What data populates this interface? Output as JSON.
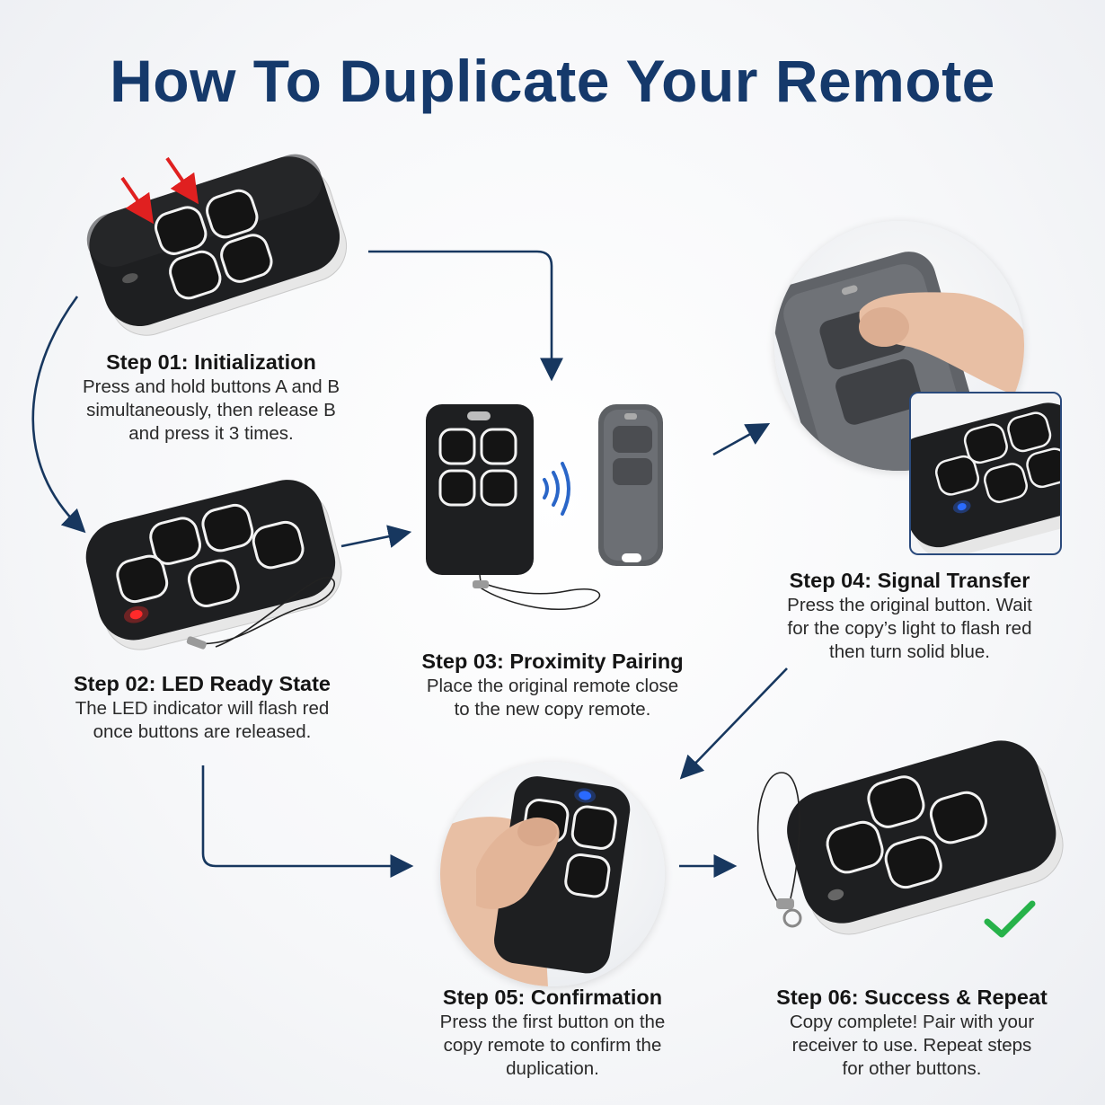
{
  "title": "How To Duplicate Your Remote",
  "steps": [
    {
      "heading": "Step 01: Initialization",
      "body": "Press and hold buttons A and B\nsimultaneously, then release B\nand press it 3 times."
    },
    {
      "heading": "Step 02: LED Ready State",
      "body": "The LED indicator will flash red\nonce buttons are released."
    },
    {
      "heading": "Step 03: Proximity Pairing",
      "body": "Place the original remote close\nto the new copy remote."
    },
    {
      "heading": "Step 04: Signal Transfer",
      "body": "Press the original button. Wait\nfor the copy’s light to flash red\nthen turn solid blue."
    },
    {
      "heading": "Step 05: Confirmation",
      "body": "Press the first button on the\ncopy remote to confirm the\nduplication."
    },
    {
      "heading": "Step 06: Success & Repeat",
      "body": "Copy complete! Pair with your\nreceiver to use. Repeat steps\nfor other buttons."
    }
  ],
  "colors": {
    "title": "#15396b",
    "arrow": "#17375f",
    "led_red": "#ff2a2a",
    "led_blue": "#2a6bff",
    "check": "#27b24a",
    "pointer_red": "#e02020"
  },
  "icons": [
    "red-pointer-arrow-icon",
    "signal-waves-icon",
    "flow-arrow-icon",
    "checkmark-icon"
  ]
}
